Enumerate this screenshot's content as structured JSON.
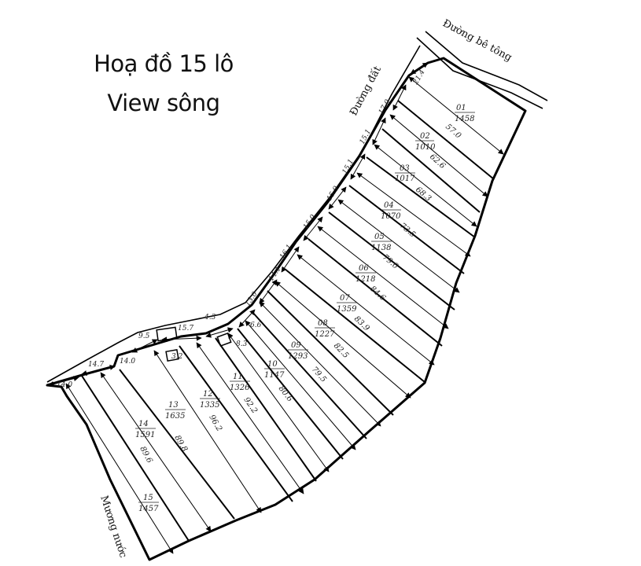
{
  "title": {
    "line1": "Hoạ đồ 15 lô",
    "line2": "View sông"
  },
  "roads": {
    "concrete_road": "Đường bê tông",
    "dirt_road": "Đường đất",
    "canal": "Mương nước"
  },
  "lots": [
    {
      "id": "01",
      "area": "1458",
      "depth": "57.0",
      "frontage": "21.4"
    },
    {
      "id": "02",
      "area": "1010",
      "depth": "62.6",
      "frontage": "17.0"
    },
    {
      "id": "03",
      "area": "1017",
      "depth": "68.3",
      "frontage": "15.1"
    },
    {
      "id": "04",
      "area": "1070",
      "depth": "73.5",
      "frontage": "15.1"
    },
    {
      "id": "05",
      "area": "1138",
      "depth": "79.0",
      "frontage": "15.9"
    },
    {
      "id": "06",
      "area": "1218",
      "depth": "84.6",
      "frontage": "15.0"
    },
    {
      "id": "07",
      "area": "1359",
      "depth": "83.9",
      "frontage": "16.1"
    },
    {
      "id": "08",
      "area": "1227",
      "depth": "82.5",
      "frontage": "14.1"
    },
    {
      "id": "09",
      "area": "1293",
      "depth": "79.5",
      "frontage": "13.0"
    },
    {
      "id": "10",
      "area": "1147",
      "depth": "80.6",
      "frontage": "6.6"
    },
    {
      "id": "11",
      "area": "1326",
      "depth": "92.2",
      "frontage": "8.3"
    },
    {
      "id": "12",
      "area": "1335",
      "depth": "96.2",
      "frontage": "3.2"
    },
    {
      "id": "13",
      "area": "1635",
      "depth": "89.8",
      "frontage": "14.0"
    },
    {
      "id": "14",
      "area": "1591",
      "depth": "89.6",
      "frontage": "14.7"
    },
    {
      "id": "15",
      "area": "1457",
      "depth": "",
      "frontage": "14.0"
    }
  ],
  "extra_dims": [
    "15.7",
    "4.3",
    "9.5"
  ]
}
